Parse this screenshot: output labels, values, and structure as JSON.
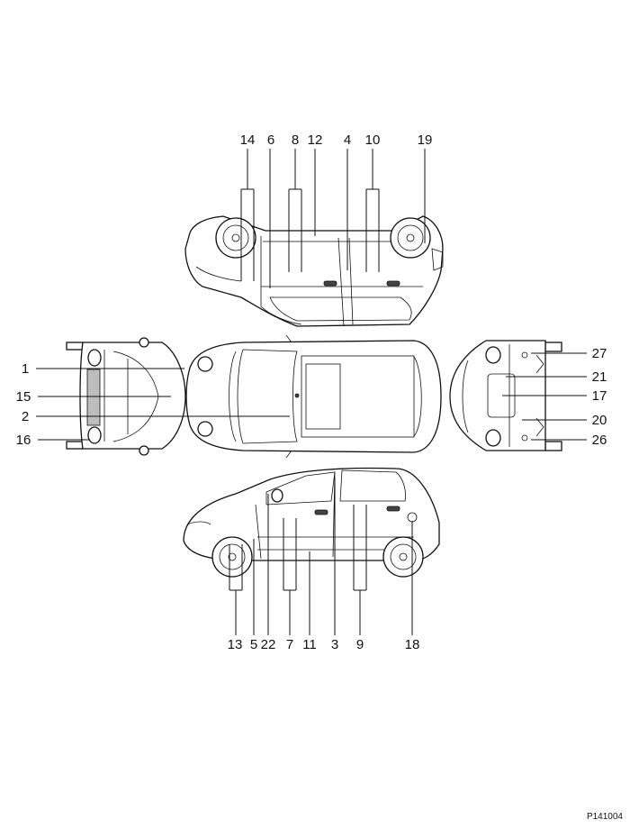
{
  "figure_code": "P141004",
  "labels": {
    "top_callouts": [
      "14",
      "6",
      "8",
      "12",
      "4",
      "10",
      "19"
    ],
    "left_callouts": [
      "1",
      "15",
      "2",
      "16"
    ],
    "right_callouts": [
      "27",
      "21",
      "17",
      "20",
      "26"
    ],
    "bottom_callouts": [
      "13",
      "5",
      "22",
      "7",
      "11",
      "3",
      "9",
      "18"
    ]
  }
}
